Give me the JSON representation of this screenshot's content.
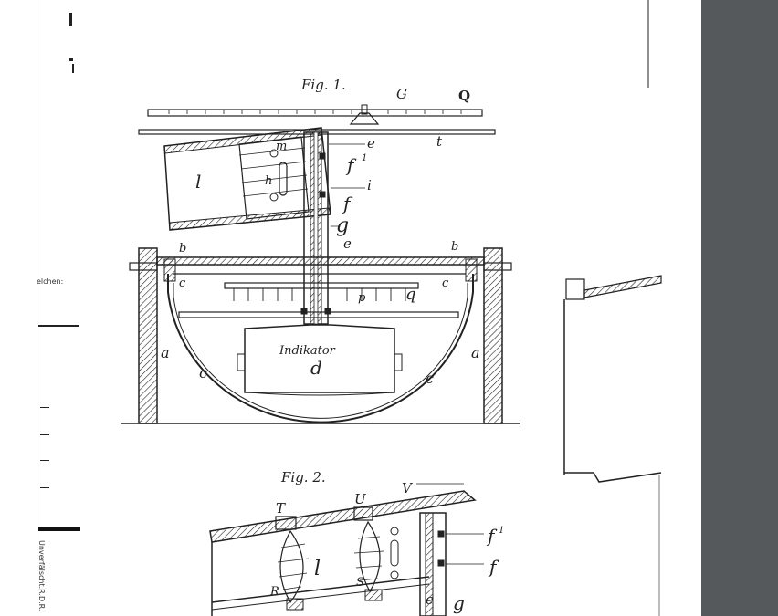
{
  "figures": {
    "fig1": {
      "caption": "Fig. 1.",
      "labels": {
        "G": "G",
        "Q": "Q",
        "e_top": "e",
        "t": "t",
        "m": "m",
        "f1": "f",
        "f1_sup": "1",
        "l": "l",
        "h": "h",
        "i": "i",
        "f": "f",
        "g": "g",
        "e": "e",
        "b_left": "b",
        "b_right": "b",
        "c_inner_left": "c",
        "c_inner_right": "c",
        "p": "p",
        "q": "q",
        "a_left": "a",
        "a_right": "a",
        "c_left": "c",
        "c_right": "c",
        "d": "d",
        "handwriting": "Indikator"
      }
    },
    "fig2": {
      "caption": "Fig. 2.",
      "labels": {
        "T": "T",
        "U": "U",
        "V": "V",
        "l": "l",
        "R": "R",
        "S": "S",
        "f1": "f",
        "f1_sup": "1",
        "f": "f",
        "e": "e",
        "g": "g"
      }
    }
  },
  "margin": {
    "left_fragment": "elchen:",
    "vertical_text": "Unverfälscht.R.D.R."
  },
  "colors": {
    "page": "#ffffff",
    "ink": "#222222",
    "viewer_edge": "#56595b"
  }
}
